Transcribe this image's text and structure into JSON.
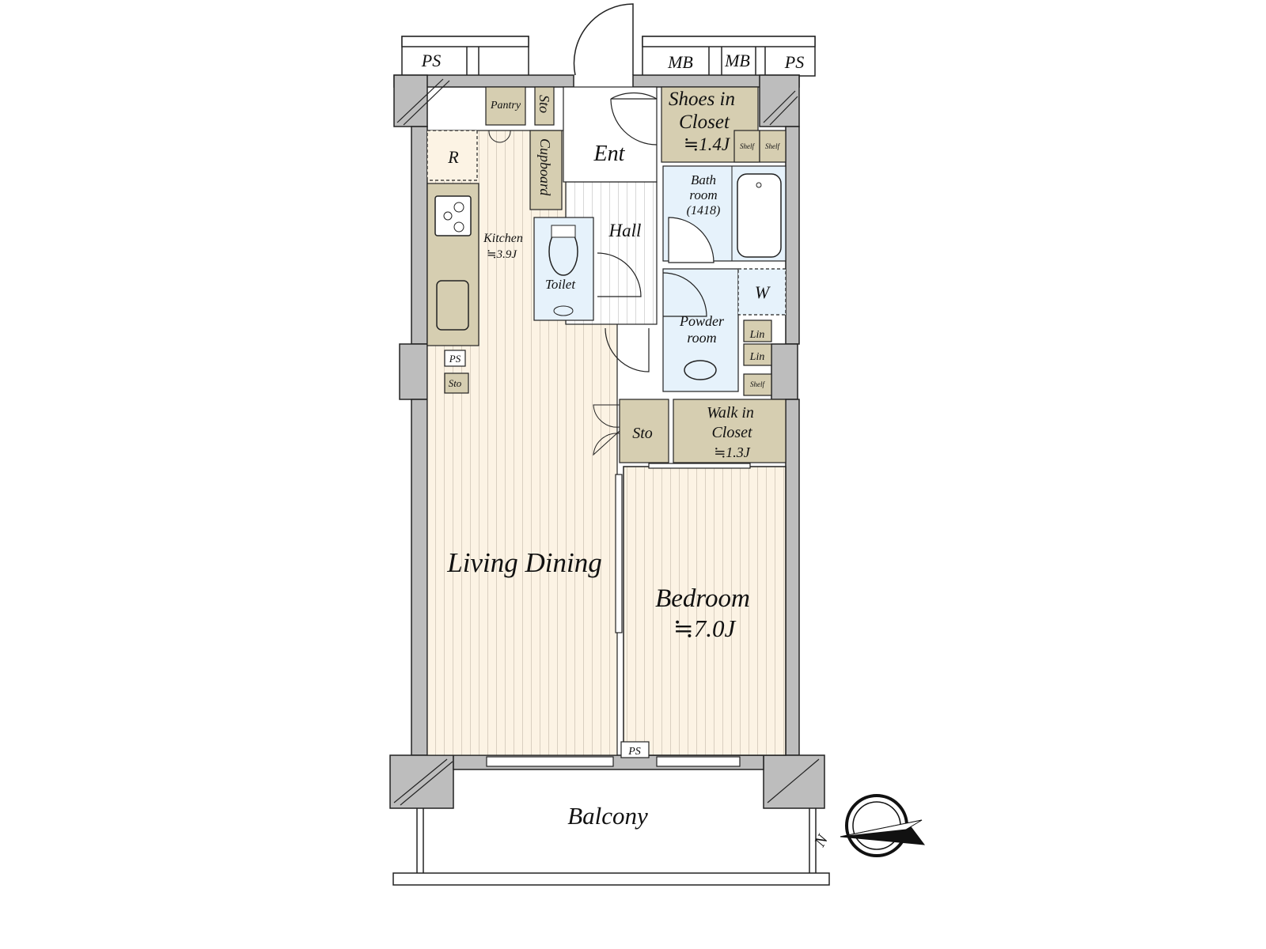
{
  "colors": {
    "wall": "#bdbdbd",
    "storage": "#d6ceb1",
    "floor": "#fcf3e4",
    "wet": "#e6f2fb",
    "line": "#222222"
  },
  "labels": {
    "ps_top_left": "PS",
    "mb1": "MB",
    "mb2": "MB",
    "ps_top_right": "PS",
    "pantry": "Pantry",
    "sto_top": "Sto",
    "ent": "Ent",
    "shoes_line1": "Shoes in",
    "shoes_line2": "Closet",
    "shoes_area": "≒1.4J",
    "shelf1": "Shelf",
    "shelf2": "Shelf",
    "refrigerator": "R",
    "cupboard": "Cupboard",
    "kitchen": "Kitchen",
    "kitchen_area": "≒3.9J",
    "hall": "Hall",
    "toilet": "Toilet",
    "bath_line1": "Bath",
    "bath_line2": "room",
    "bath_size": "(1418)",
    "washer": "W",
    "powder_line1": "Powder",
    "powder_line2": "room",
    "lin1": "Lin",
    "lin2": "Lin",
    "shelf3": "Shelf",
    "ps_kitchen": "PS",
    "sto_kitchen": "Sto",
    "sto_mid": "Sto",
    "wic_line1": "Walk in",
    "wic_line2": "Closet",
    "wic_area": "≒1.3J",
    "living_dining": "Living Dining",
    "bedroom": "Bedroom",
    "bedroom_area": "≒7.0J",
    "ps_bottom": "PS",
    "balcony": "Balcony",
    "compass_north": "N"
  }
}
